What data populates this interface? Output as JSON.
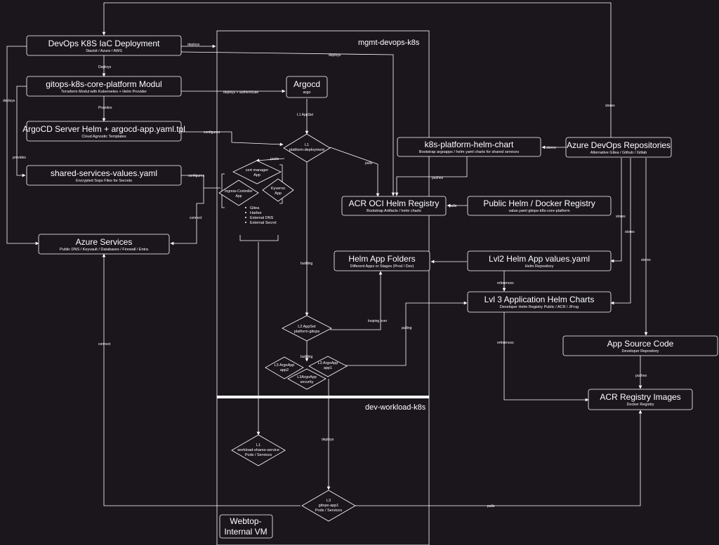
{
  "regions": {
    "mgmt": "mgmt-devops-k8s",
    "dev": "dev-workload-k8s",
    "webtop_line1": "Webtop-",
    "webtop_line2": "Internal VM"
  },
  "nodes": {
    "devops_iac": {
      "title": "DevOps K8S IaC Deployment",
      "sub": "Stackit / Azure / AWS"
    },
    "gitops_module": {
      "title": "gitops-k8s-core-platform Modul",
      "sub": "Terraform Modul with Kubernetes + Helm Provider"
    },
    "argocd_server": {
      "title": "ArgoCD Server Helm + argocd-app.yaml.tpl",
      "sub": "Cloud Agnostic Templates"
    },
    "shared_values": {
      "title": "shared-services-values.yaml",
      "sub": "Encrypted Sops Files for Secrets"
    },
    "azure_services": {
      "title": "Azure Services",
      "sub": "Public DNS / Keyvault / Databases  / Firewall / Entra"
    },
    "argocd": {
      "title": "Argocd",
      "sub": "argo"
    },
    "platform_helm_chart": {
      "title": "k8s-platform-helm-chart",
      "sub": "Bootstrap argoapps / helm yaml charts for shared services"
    },
    "azure_devops": {
      "title": "Azure DevOps Repositories",
      "sub": "Alternative Gitea / Github / Gitlab"
    },
    "acr_oci": {
      "title": "ACR OCI Helm Registry",
      "sub": "Bootstrap Artifacts / helm charts"
    },
    "public_helm": {
      "title": "Public Helm / Docker Registry",
      "sub": "value.yaml gitops-k8s-core-platform"
    },
    "helm_app_folders": {
      "title": "Helm App Folders",
      "sub": "Different Apps or Stages (Prod / Dev)"
    },
    "lvl2_values": {
      "title": "Lvl2 Helm App values.yaml",
      "sub": "Helm Repository"
    },
    "lvl3_charts": {
      "title": "Lvl 3 Application Helm Charts",
      "sub": "Developer Helm Registry  Public / ACR / JFrog"
    },
    "app_source": {
      "title": "App Source Code",
      "sub": "Developer Repository"
    },
    "acr_images": {
      "title": "ACR Registry Images",
      "sub": "Docker Registry"
    }
  },
  "diamonds": {
    "l1_platform": [
      "L1",
      "platform-deployment"
    ],
    "cert_manager": [
      "cert manager",
      "App"
    ],
    "kyverno": [
      "Kyverno",
      "App"
    ],
    "ingress": [
      "Ingress-Controller",
      "App"
    ],
    "l2_appset": [
      "L2 AppSet",
      "platform-gitops"
    ],
    "l3_app2": [
      "L3 ArgoApp",
      "app2"
    ],
    "l3_app1": [
      "L3 ArgoApp",
      "app1"
    ],
    "l3_security": [
      "L3ArgoApp",
      "security"
    ],
    "l1_workload": [
      "L1",
      "workload-shares-service",
      "Pods / Services"
    ],
    "l3_gitops_app1": [
      "L3",
      "gitops-app1",
      "Pods / Services"
    ]
  },
  "bullets": [
    "Gitea",
    "Harbor",
    "External DNS",
    "External Secret"
  ],
  "edge_labels": {
    "deploys_top": "deploys",
    "deploys_top2": "deploys",
    "deploys_left": "deploys",
    "deploys_mid": "Deploys",
    "provides_mid": "Provides",
    "provides_left": "provides",
    "deploys_auth": "deploys + authenticate",
    "l1_appset": "L1 AppSet",
    "configures1": "configures",
    "configures2": "configures",
    "pools": "pools",
    "pulls1": "pulls",
    "pushes1": "pushes",
    "stores_arrow": "stores",
    "pulls_public": "pulls",
    "connect1": "connect",
    "building1": "building",
    "stores1": "stores",
    "stores2": "stores",
    "stores3": "stores",
    "stores_top": "stores",
    "references1": "references",
    "references2": "references",
    "looping": "looping over",
    "pulling": "pulling",
    "building2": "building",
    "pushes2": "pushes",
    "connect2": "connect",
    "deploys_dev": "deploys",
    "pulls_bottom": "pulls"
  }
}
